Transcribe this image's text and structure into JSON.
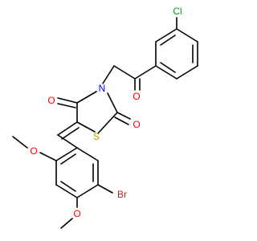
{
  "figure": {
    "kind": "chemical-structure",
    "colors": {
      "bond": "#000000",
      "oxygen": "#ff0000",
      "sulfur": "#b3a000",
      "nitrogen": "#0000ff",
      "chlorine": "#00a000",
      "bromine": "#a52a2a"
    },
    "atoms": {
      "cl": "Cl",
      "o_ketone": "O",
      "n_ring": "N",
      "o_c4": "O",
      "s_ring": "S",
      "o_c2": "O",
      "o_methoxy_top": "O",
      "br": "Br",
      "o_methoxy_bottom": "O"
    }
  }
}
